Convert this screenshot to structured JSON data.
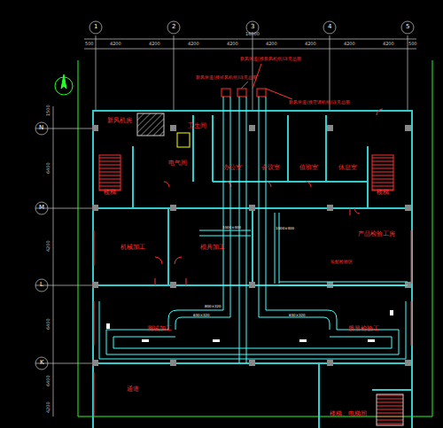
{
  "diagram": {
    "nodes": [
      {
        "text": [
          "新风机房"
        ]
      },
      {
        "text": [
          "电气间"
        ]
      },
      {
        "text": [
          "卫生间"
        ]
      },
      {
        "text": [
          "楼梯"
        ]
      },
      {
        "text": [
          "办公室"
        ]
      },
      {
        "text": [
          "会议室"
        ]
      },
      {
        "text": [
          "值班室"
        ]
      },
      {
        "text": [
          "休息室"
        ]
      },
      {
        "text": [
          "楼梯"
        ]
      },
      {
        "text": [
          "机械加工"
        ]
      },
      {
        "text": [
          "模具加工"
        ]
      },
      {
        "text": [
          "产品检验工房"
        ]
      },
      {
        "text": [
          "测试加工"
        ]
      },
      {
        "text": [
          "质量检验工"
        ]
      },
      {
        "text": [
          "通道"
        ]
      },
      {
        "text": [
          "楼梯、电梯间"
        ]
      }
    ],
    "labels": [
      "1",
      "2",
      "3",
      "4",
      "5",
      "N",
      "M",
      "L",
      "K",
      "16800",
      "500",
      "4200",
      "4200",
      "4200",
      "4200",
      "4200",
      "4200",
      "4200",
      "4200",
      "500",
      "1500",
      "6400",
      "4200",
      "6400",
      "6400",
      "4200",
      "新风管道(接新风机组)详见总图",
      "新风管道(接排风机组)详见总图",
      "新风管道(接空调机组)详见总图",
      "1000×400",
      "800×320",
      "630×320",
      "630×320",
      "1000×400",
      "装配检验区"
    ]
  }
}
